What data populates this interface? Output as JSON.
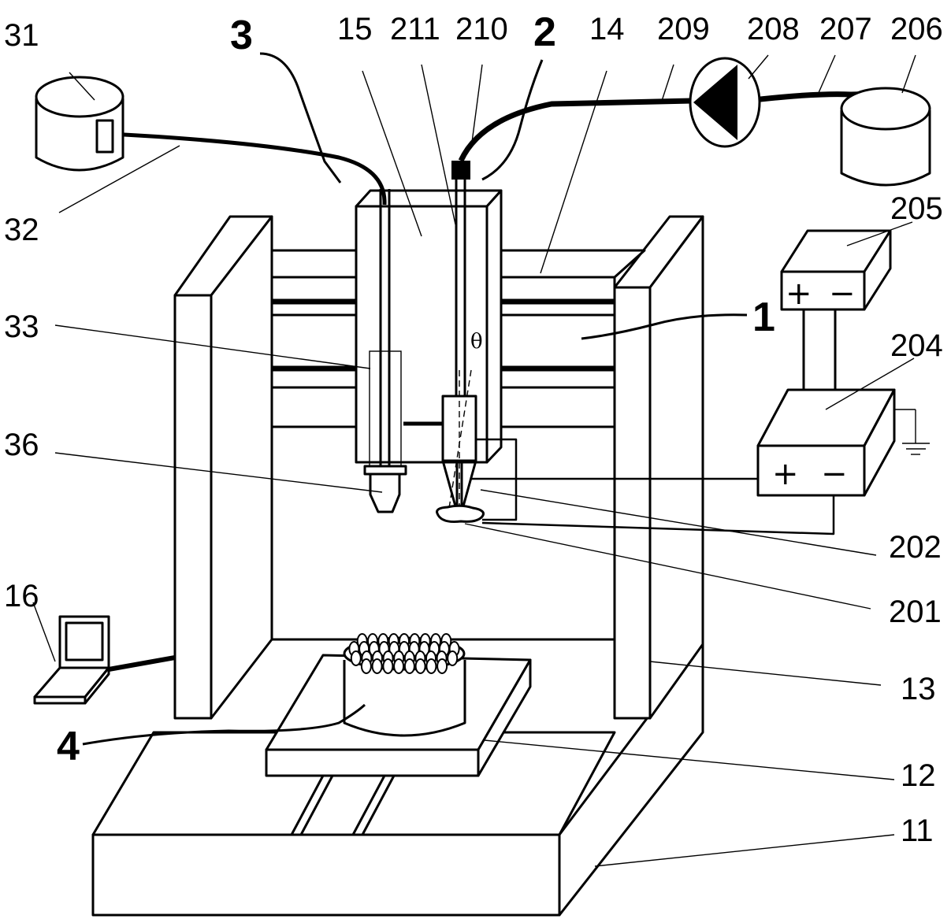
{
  "labels": {
    "l31": "31",
    "l32": "32",
    "l33": "33",
    "l36": "36",
    "l3": "3",
    "l15": "15",
    "l211": "211",
    "l210": "210",
    "l2": "2",
    "l14": "14",
    "l209": "209",
    "l208": "208",
    "l207": "207",
    "l206": "206",
    "l205": "205",
    "l204": "204",
    "l1": "1",
    "l202": "202",
    "l201": "201",
    "l16": "16",
    "l13": "13",
    "l12": "12",
    "l11": "11",
    "l4": "4"
  },
  "symbols": {
    "theta": "θ",
    "plus": "+",
    "minus": "−"
  }
}
